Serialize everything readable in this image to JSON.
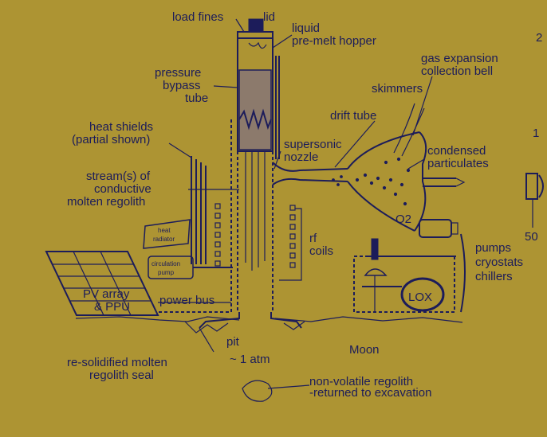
{
  "labels": {
    "load_fines": "load fines",
    "lid": "lid",
    "liquid_premelt_line1": "liquid",
    "liquid_premelt_line2": "pre-melt hopper",
    "pressure_line1": "pressure",
    "pressure_line2": "bypass",
    "pressure_line3": "tube",
    "gas_bell_line1": "gas expansion",
    "gas_bell_line2": "collection bell",
    "skimmers": "skimmers",
    "drift_tube": "drift tube",
    "heat_shields_line1": "heat shields",
    "heat_shields_line2": "(partial shown)",
    "supersonic_line1": "supersonic",
    "supersonic_line2": "nozzle",
    "condensed_line1": "condensed",
    "condensed_line2": "particulates",
    "stream_line1": "stream(s) of",
    "stream_line2": "conductive",
    "stream_line3": "molten regolith",
    "heat_radiator_line1": "heat",
    "heat_radiator_line2": "radiator",
    "circulation_line1": "circulation",
    "circulation_line2": "pump",
    "rf_line1": "rf",
    "rf_line2": "coils",
    "o2": "O2",
    "pumps_line1": "pumps",
    "pumps_line2": "cryostats",
    "pumps_line3": "chillers",
    "pv_line1": "PV array",
    "pv_line2": "& PPU",
    "power_bus": "power bus",
    "lox": "LOX",
    "pit": "pit",
    "atm": "~ 1 atm",
    "moon": "Moon",
    "reseal_line1": "re-solidified molten",
    "reseal_line2": "regolith seal",
    "nonvol_line1": "non-volatile regolith",
    "nonvol_line2": "-returned to excavation",
    "edge_top": "2",
    "edge_mid": "1",
    "edge_bottom": "50"
  },
  "colors": {
    "background": "#ad9433",
    "ink": "#1c1c5a",
    "melt": "#8c7a6c"
  }
}
